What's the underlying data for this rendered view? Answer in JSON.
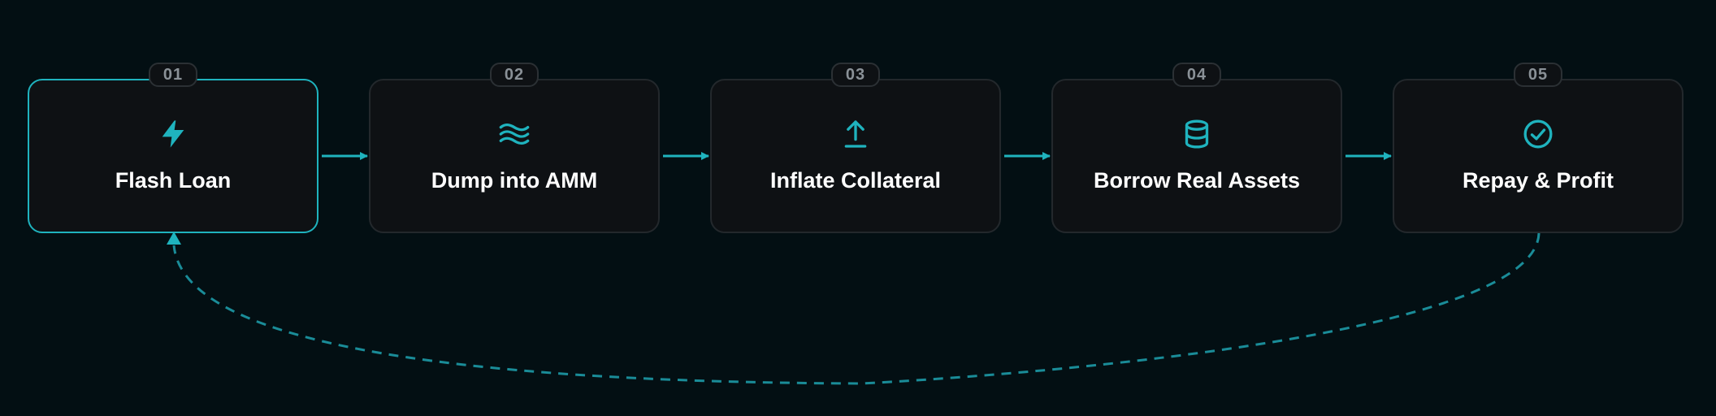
{
  "colors": {
    "background": "#030f13",
    "card": "#0e1114",
    "card_border": "#23282c",
    "accent": "#1fb3be",
    "loop_line": "#1a8c98",
    "text": "#ffffff",
    "step_number": "#8a9197"
  },
  "steps": [
    {
      "number": "01",
      "label": "Flash Loan",
      "icon": "lightning-bolt-icon",
      "active": true
    },
    {
      "number": "02",
      "label": "Dump into AMM",
      "icon": "waves-icon",
      "active": false
    },
    {
      "number": "03",
      "label": "Inflate Collateral",
      "icon": "arrow-up-icon",
      "active": false
    },
    {
      "number": "04",
      "label": "Borrow Real Assets",
      "icon": "database-stack-icon",
      "active": false
    },
    {
      "number": "05",
      "label": "Repay & Profit",
      "icon": "check-circle-icon",
      "active": false
    }
  ],
  "loop": {
    "from_step": "05",
    "to_step": "01",
    "style": "dashed"
  }
}
